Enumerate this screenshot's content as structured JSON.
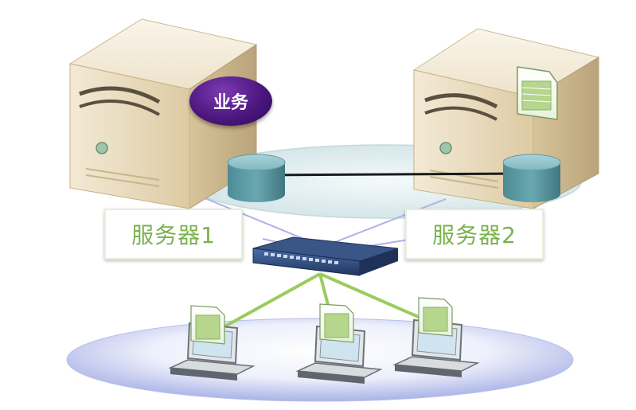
{
  "labels": {
    "server1": "服务器1",
    "server2": "服务器2",
    "business_badge": "业务"
  },
  "colors": {
    "label_text": "#7ab24e",
    "badge": "#4d1780",
    "server_body": "#e9dcc0",
    "disk": "#5d9aa3",
    "link_green": "#98cc5a",
    "ellipse_blue": "#c9cff0"
  }
}
